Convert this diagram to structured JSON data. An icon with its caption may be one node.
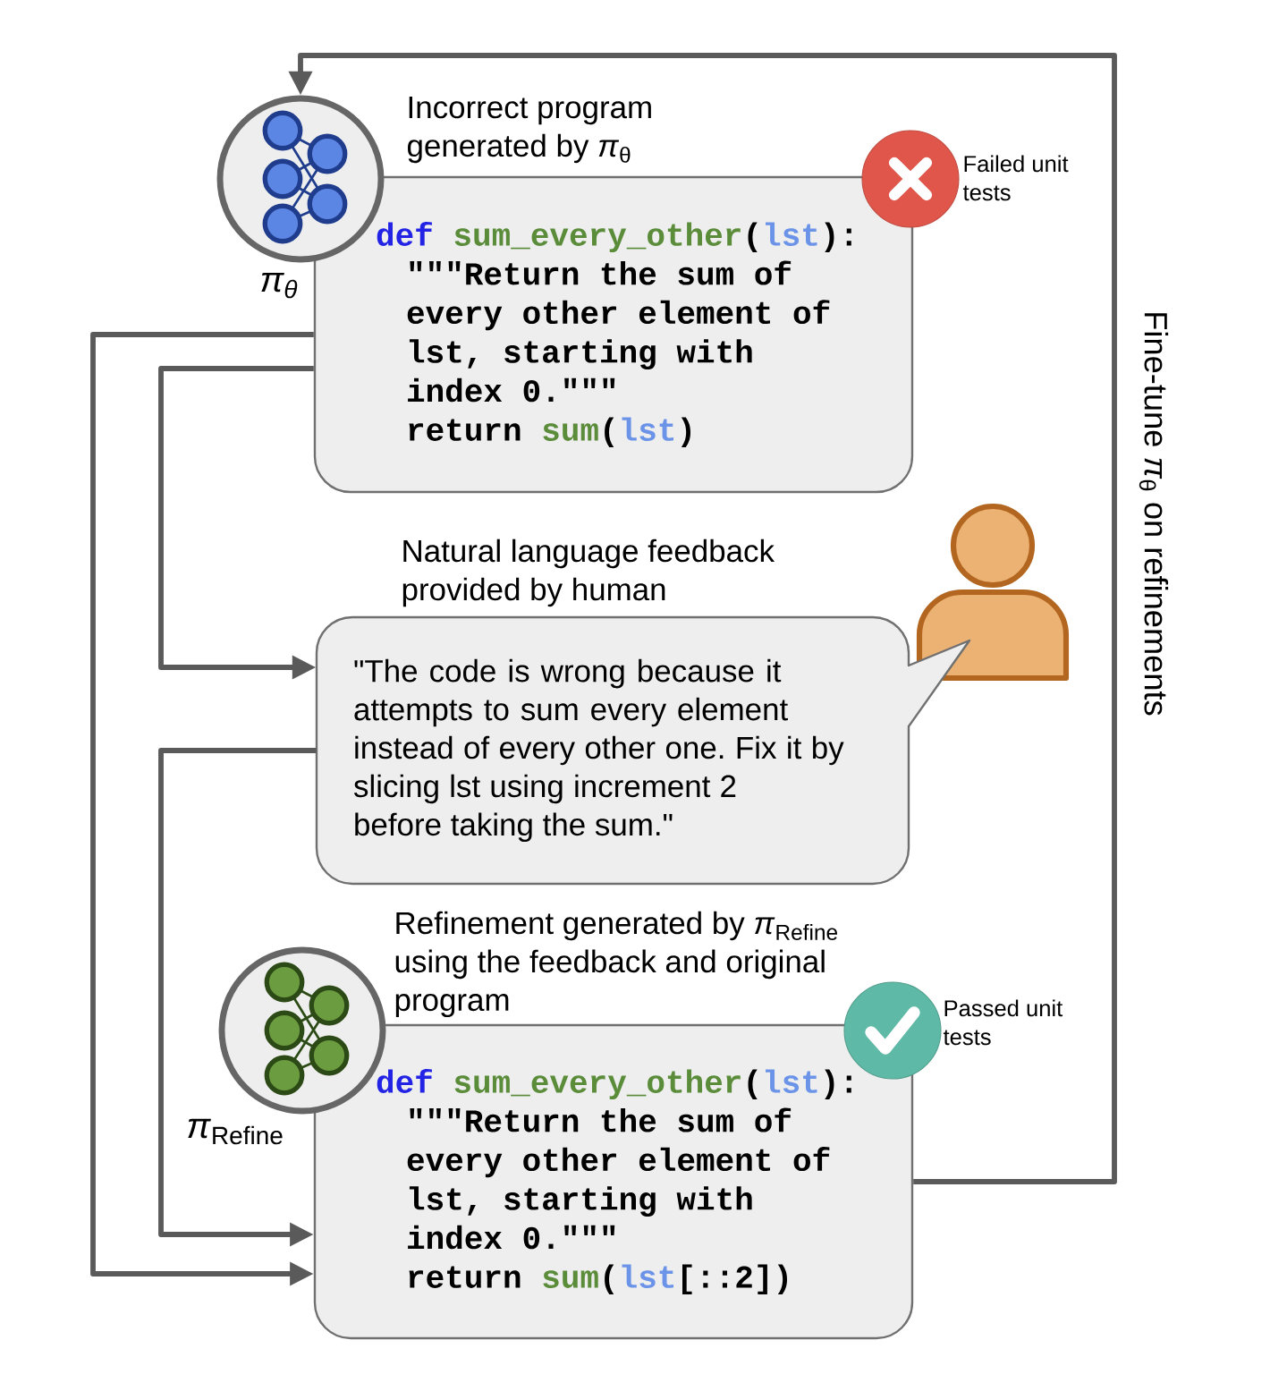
{
  "diagram": {
    "nodes": [
      {
        "text": [],
        "shape": "circle",
        "beside": [
          "π$_{θ}$"
        ]
      },
      {
        "text": [
          "Incorrect program generated by *π*$_{θ}$",
          "def sum_every_other(lst):",
          "\"\"\"Return the sum of every other element of lst, starting with index 0.\"\"\"",
          "return sum(lst)"
        ]
      },
      {
        "text": [],
        "shape": "circle",
        "beside": [
          "Failed unit tests"
        ]
      },
      {
        "text": [
          "Natural language feedback provided by human",
          "\"The code is wrong because it attempts to sum every element instead of every other one. Fix it by slicing lst using increment 2 before taking the sum.\""
        ]
      },
      {
        "text": [],
        "shape": "person"
      },
      {
        "text": [],
        "shape": "circle",
        "beside": [
          "*π*$_{Refine}$"
        ]
      },
      {
        "text": [
          "Refinement generated by *π*$_{Refine}$ using the feedback and original program",
          "def sum_every_other(lst):",
          "\"\"\"Return the sum of every other element of lst, starting with index 0.\"\"\"",
          "return sum(lst[::2])"
        ]
      },
      {
        "text": [],
        "shape": "circle",
        "beside": [
          "Passed unit tests"
        ]
      }
    ],
    "edges": [
      {
        "from": 6,
        "to": 0,
        "arrow": "to",
        "label": "Fine-tune *π*$_{θ}$ on refinements"
      },
      {
        "from": 1,
        "to": 6,
        "arrow": "to"
      },
      {
        "from": 1,
        "to": 3,
        "arrow": "to"
      },
      {
        "from": 3,
        "to": 6,
        "arrow": "to"
      }
    ]
  }
}
